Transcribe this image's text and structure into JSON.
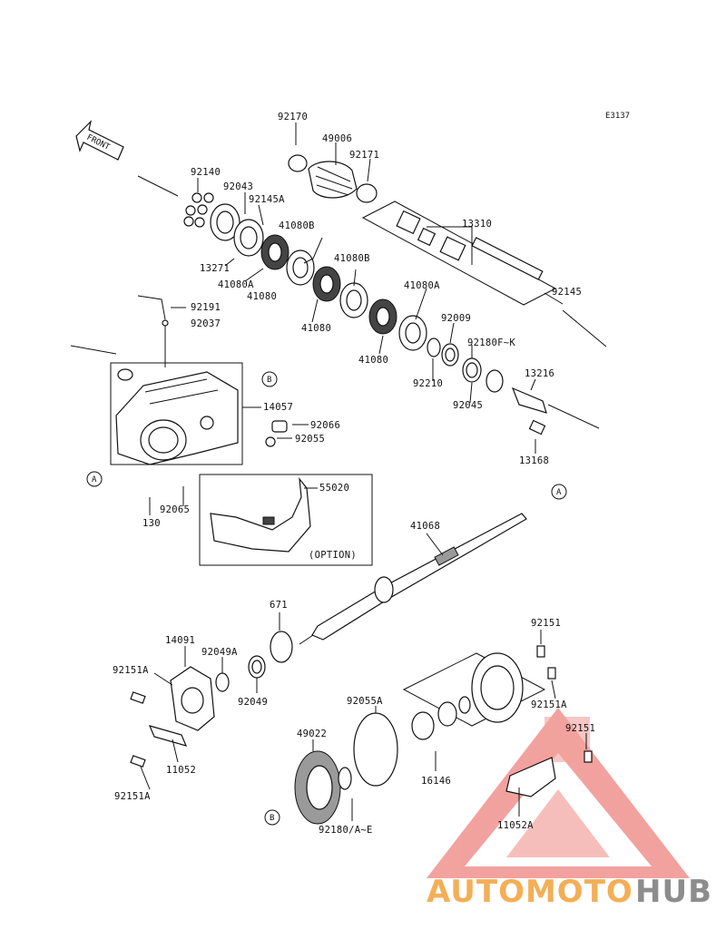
{
  "diagram_code": "E3137",
  "front_label": "FRONT",
  "option_label": "(OPTION)",
  "refs": [
    "A",
    "B"
  ],
  "labels": {
    "p92170": "92170",
    "p49006": "49006",
    "p92171": "92171",
    "p92140": "92140",
    "p92043": "92043",
    "p92145A": "92145A",
    "p41080B_1": "41080B",
    "p41080B_2": "41080B",
    "p13310": "13310",
    "p13271": "13271",
    "p41080A_1": "41080A",
    "p41080_1": "41080",
    "p41080_2": "41080",
    "p41080A_2": "41080A",
    "p92145": "92145",
    "p92191": "92191",
    "p92037": "92037",
    "p92009": "92009",
    "p92180FK": "92180F~K",
    "p41080_3": "41080",
    "p92210": "92210",
    "p13216": "13216",
    "p92045": "92045",
    "p14057": "14057",
    "p92066": "92066",
    "p92055": "92055",
    "p13168": "13168",
    "p55020": "55020",
    "p92065": "92065",
    "p130": "130",
    "p41068": "41068",
    "p671": "671",
    "p14091": "14091",
    "p92049A": "92049A",
    "p92151A_1": "92151A",
    "p92049": "92049",
    "p92151_1": "92151",
    "p92151A_2": "92151A",
    "p92055A": "92055A",
    "p92151_2": "92151",
    "p49022": "49022",
    "p11052": "11052",
    "p92151A_3": "92151A",
    "p16146": "16146",
    "p11052A": "11052A",
    "p92180AE": "92180/A~E"
  },
  "watermark": {
    "part1": "AUTOMOTO",
    "part2": "HUB",
    "color1": "#f2a23a",
    "color2": "#7a7a7a",
    "logo_color": "#e8574f"
  }
}
